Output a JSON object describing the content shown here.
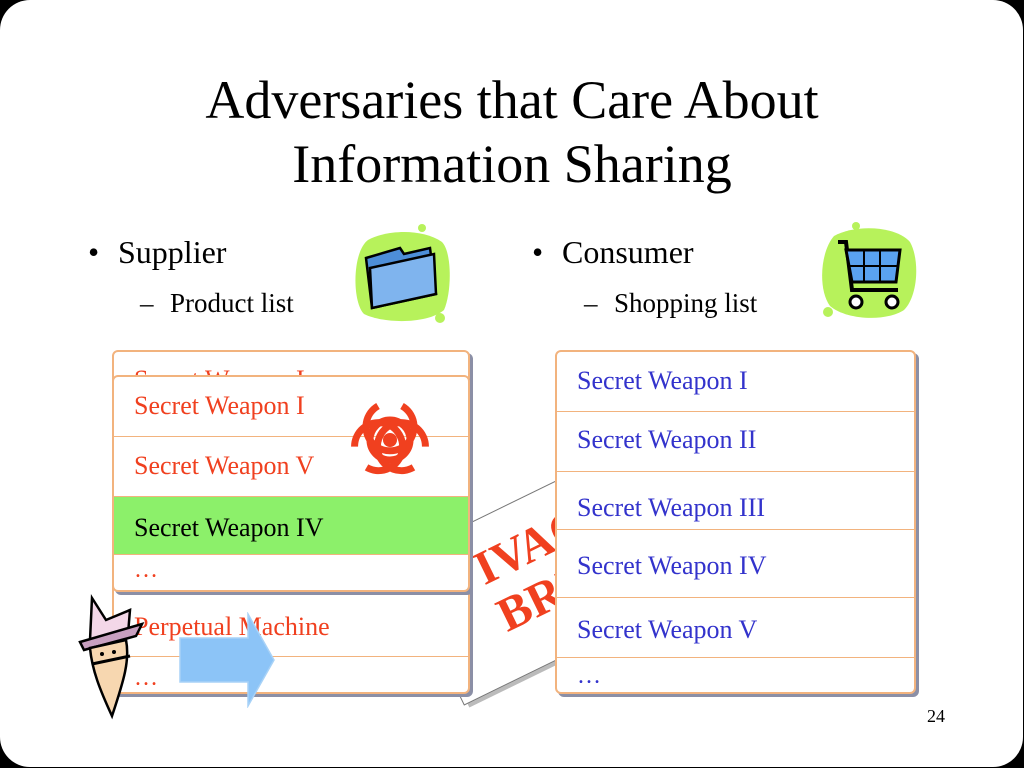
{
  "slide": {
    "title_line1": "Adversaries that Care About",
    "title_line2": "Information Sharing",
    "page_number": "24"
  },
  "left": {
    "bullet": "Supplier",
    "sub": "Product list",
    "back_panel": {
      "rows": [
        "Secret Weapon I",
        "Perpetual Machine",
        "…"
      ]
    },
    "front_panel": {
      "rows": [
        "Secret Weapon I",
        "Secret Weapon V",
        "Secret Weapon IV",
        "…"
      ]
    }
  },
  "right": {
    "bullet": "Consumer",
    "sub": "Shopping list",
    "panel": {
      "rows": [
        "Secret Weapon I",
        "Secret Weapon II",
        "Secret Weapon III",
        "Secret Weapon IV",
        "Secret Weapon V",
        "…"
      ]
    }
  },
  "stamp": {
    "line1": "IVAC",
    "line2": "BRE"
  },
  "icons": [
    "folder-icon",
    "shopping-cart-icon",
    "biohazard-icon",
    "spy-icon",
    "arrow-right-icon"
  ],
  "colors": {
    "supplier_text": "#f0401f",
    "consumer_text": "#3333cc",
    "highlight": "#8cf06a",
    "row_border": "#f2b37e"
  }
}
